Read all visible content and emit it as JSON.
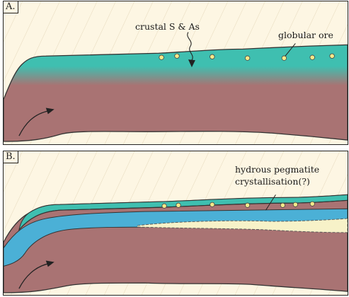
{
  "panel_a": {
    "letter": "A.",
    "label_crustal": "crustal S & As",
    "label_ore": "globular ore"
  },
  "panel_b": {
    "letter": "B.",
    "label_pegmatite_line1": "hydrous pegmatite",
    "label_pegmatite_line2": "crystallisation(?)"
  },
  "colors": {
    "background": "#fdf6e3",
    "hatch": "#e8dcc0",
    "magma": "#a97373",
    "teal_layer": "#3fbfb0",
    "blue_layer": "#4bb0d6",
    "ore_droplet": "#f4e98a",
    "pegmatite_lens": "#f7f2c8"
  }
}
